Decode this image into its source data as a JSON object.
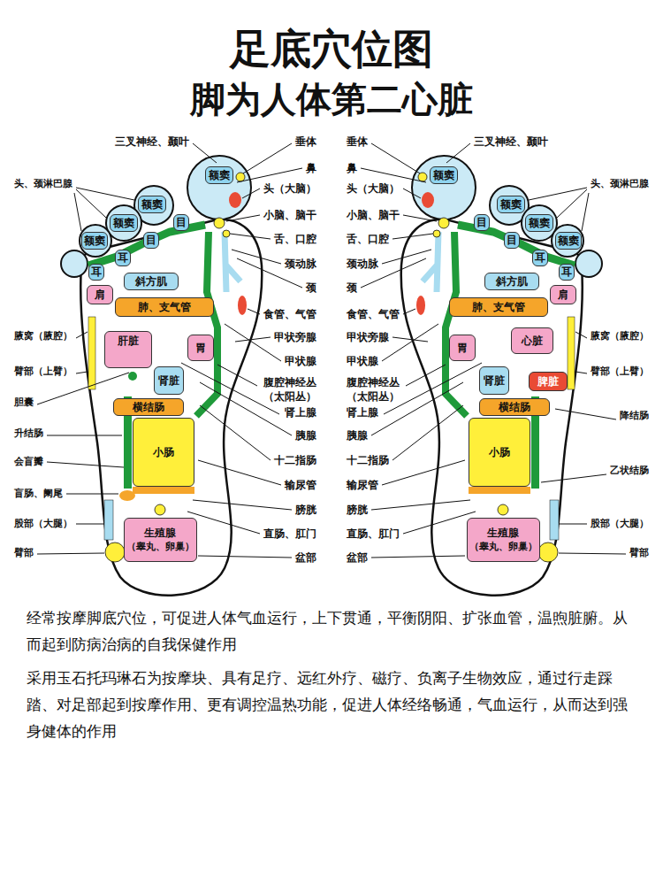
{
  "diagram": {
    "title": "足底穴位图",
    "caption": "经常按摩脚底穴位，可促进人体气血运行，上下贯通，平衡阴阳、扩张血管，温煦脏腑。从而起到防病治病的自我保健作用",
    "nodes": [
      {
        "text": [
          "额窦"
        ]
      },
      {
        "text": [
          "额窦"
        ]
      },
      {
        "text": [
          "额窦"
        ]
      },
      {
        "text": [
          "额窦"
        ]
      },
      {
        "text": [
          "目"
        ]
      },
      {
        "text": [
          "目"
        ]
      },
      {
        "text": [
          "耳"
        ]
      },
      {
        "text": [
          "耳"
        ]
      },
      {
        "text": [
          "斜方肌"
        ]
      },
      {
        "text": [
          "肩"
        ]
      },
      {
        "text": [
          "肺、支气管"
        ]
      },
      {
        "text": [
          "肝脏"
        ]
      },
      {
        "text": [
          "胃"
        ]
      },
      {
        "text": [
          "肾脏"
        ]
      },
      {
        "text": [
          "横结肠"
        ]
      },
      {
        "text": [
          "小肠"
        ]
      },
      {
        "text": [
          "生殖腺",
          "（睾丸、卵巢）"
        ]
      },
      {
        "text": [
          "额窦"
        ]
      },
      {
        "text": [
          "额窦"
        ]
      },
      {
        "text": [
          "额窦"
        ]
      },
      {
        "text": [
          "额窦"
        ]
      },
      {
        "text": [
          "目"
        ]
      },
      {
        "text": [
          "目"
        ]
      },
      {
        "text": [
          "耳"
        ]
      },
      {
        "text": [
          "耳"
        ]
      },
      {
        "text": [
          "斜方肌"
        ]
      },
      {
        "text": [
          "肩"
        ]
      },
      {
        "text": [
          "肺、支气管"
        ]
      },
      {
        "text": [
          "心脏"
        ]
      },
      {
        "text": [
          "胃"
        ]
      },
      {
        "text": [
          "肾脏"
        ]
      },
      {
        "text": [
          "脾脏"
        ]
      },
      {
        "text": [
          "横结肠"
        ]
      },
      {
        "text": [
          "小肠"
        ]
      },
      {
        "text": [
          "生殖腺",
          "（睾丸、卵巢）"
        ]
      }
    ],
    "labels": [
      "脚为人体第二心脏",
      "三叉神经、颞叶",
      "垂体",
      "垂体",
      "三叉神经、颞叶",
      "头、颈淋巴腺",
      "鼻",
      "鼻",
      "头、颈淋巴腺",
      "头（大脑）",
      "头（大脑）",
      "小脑、脑干",
      "小脑、脑干",
      "舌、口腔",
      "舌、口腔",
      "颈动脉",
      "颈动脉",
      "颈",
      "颈",
      "食管、气管",
      "食管、气管",
      "腋窝（腋腔）",
      "甲状旁腺",
      "甲状旁腺",
      "腋窝（腋腔）",
      "臂部（上臂）",
      "甲状腺",
      "甲状腺",
      "臂部（上臂）",
      "腹腔神经丛 （太阳丛）",
      "腹腔神经丛 （太阳丛）",
      "胆囊",
      "肾上腺",
      "肾上腺",
      "升结肠",
      "胰腺",
      "胰腺",
      "降结肠",
      "会盲瓣",
      "十二指肠",
      "十二指肠",
      "乙状结肠",
      "盲肠、阑尾",
      "输尿管",
      "输尿管",
      "膀胱",
      "膀胱",
      "股部（大腿）",
      "股部（大腿）",
      "直肠、肛门",
      "直肠、肛门",
      "臂部",
      "盆部",
      "盆部",
      "臂部",
      "采用玉石托玛琳石为按摩块、具有足疗、远红外疗、磁疗、负离子生物效应，通过行走踩踏、对足部起到按摩作用、更有调控温热功能，促进人体经络畅通，气血运行，从而达到强身健体的作用"
    ]
  }
}
